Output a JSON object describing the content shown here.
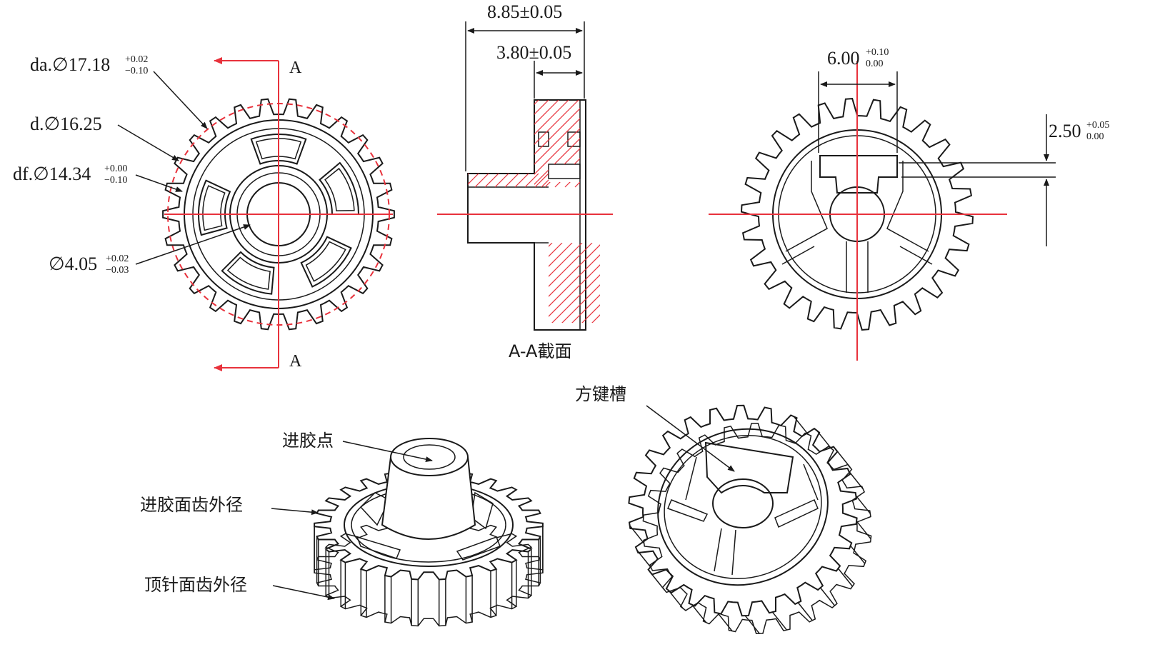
{
  "front_view": {
    "da_prefix": "da.∅17.18",
    "da_tol_upper": "+0.02",
    "da_tol_lower": "−0.10",
    "d_label": "d.∅16.25",
    "df_prefix": "df.∅14.34",
    "df_tol_upper": "+0.00",
    "df_tol_lower": "−0.10",
    "bore_prefix": "∅4.05",
    "bore_tol_upper": "+0.02",
    "bore_tol_lower": "−0.03",
    "section_mark_top": "A",
    "section_mark_bottom": "A"
  },
  "section_view": {
    "overall_width": "8.85±0.05",
    "flange_width": "3.80±0.05",
    "caption": "A-A截面"
  },
  "back_view": {
    "key_width_prefix": "6.00",
    "key_width_tol_upper": "+0.10",
    "key_width_tol_lower": "0.00",
    "key_depth_prefix": "2.50",
    "key_depth_tol_upper": "+0.05",
    "key_depth_tol_lower": "0.00"
  },
  "iso_left": {
    "gate_point": "进胶点",
    "gate_face_od": "进胶面齿外径",
    "ejector_face_od": "顶针面齿外径"
  },
  "iso_right": {
    "keyway": "方键槽"
  },
  "colors": {
    "line": "#1a1a1a",
    "centerline_red": "#e8323c"
  }
}
